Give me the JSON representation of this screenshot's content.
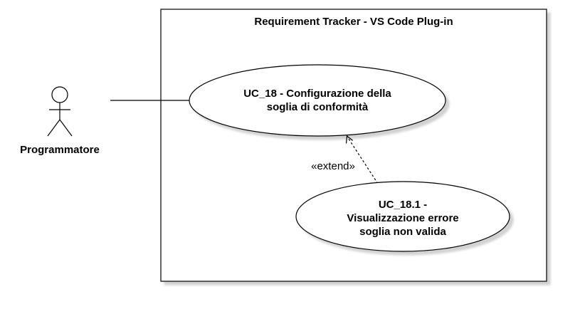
{
  "diagram": {
    "system": {
      "title": "Requirement Tracker - VS Code Plug-in"
    },
    "actor": {
      "name": "Programmatore"
    },
    "use_cases": [
      {
        "id": "uc18",
        "lines": [
          "UC_18 - Configurazione della",
          "soglia di conformità"
        ]
      },
      {
        "id": "uc18_1",
        "lines": [
          "UC_18.1 -",
          "Visualizzazione errore",
          "soglia non valida"
        ]
      }
    ],
    "relations": [
      {
        "type": "association",
        "from": "Programmatore",
        "to": "uc18"
      },
      {
        "type": "extend",
        "label": "«extend»",
        "from": "uc18_1",
        "to": "uc18"
      }
    ]
  }
}
